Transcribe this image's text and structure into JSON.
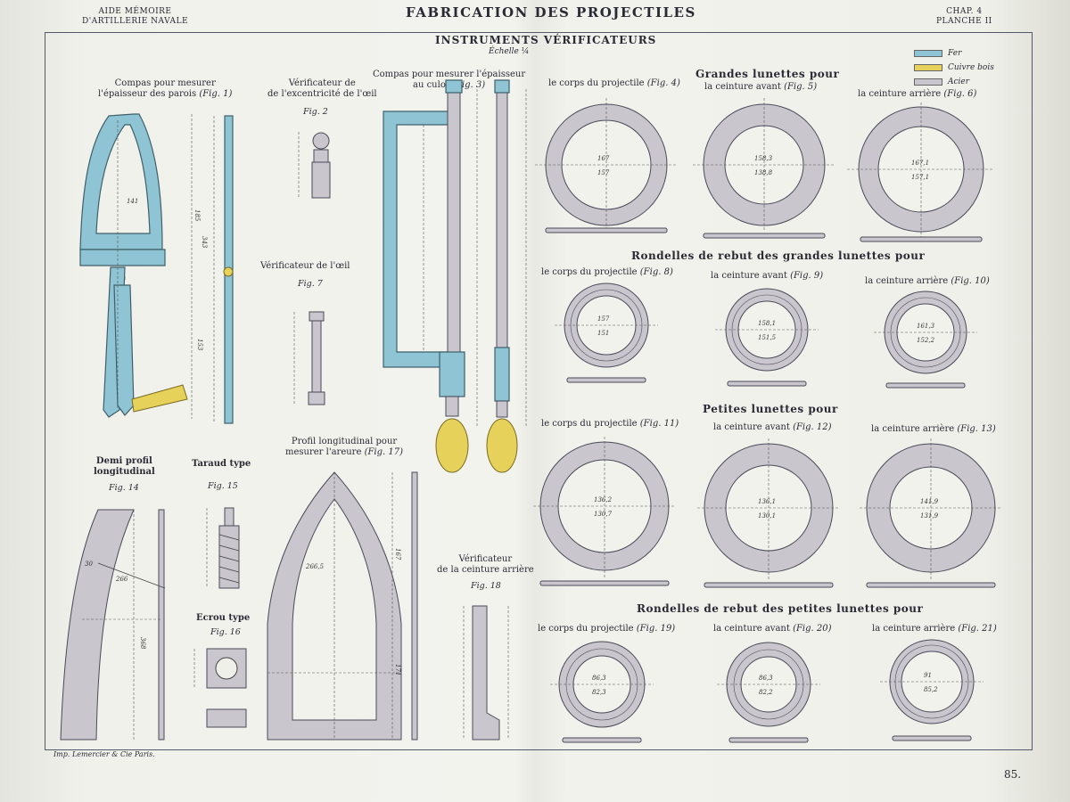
{
  "header": {
    "left": [
      "AIDE MÉMOIRE",
      "D'ARTILLERIE NAVALE"
    ],
    "title": "FABRICATION DES PROJECTILES",
    "right": [
      "CHAP. 4",
      "PLANCHE II"
    ]
  },
  "subtitle": "INSTRUMENTS VÉRIFICATEURS",
  "scale": "Échelle ¼",
  "legend": [
    {
      "label": "Fer",
      "color": "#8fc4d4"
    },
    {
      "label": "Cuivre bois",
      "color": "#e6d25a"
    },
    {
      "label": "Acier",
      "color": "#c9c6cd"
    }
  ],
  "figures": {
    "fig1": {
      "lines": [
        "Compas pour mesurer",
        "l'épaisseur des parois"
      ],
      "fig": "(Fig. 1)"
    },
    "fig2": {
      "lines": [
        "Vérificateur de",
        "de l'excentricité de l'œil"
      ],
      "fig": "Fig. 2"
    },
    "fig3": {
      "lines": [
        "Compas pour mesurer l'épaisseur",
        "au culot"
      ],
      "fig": "(Fig. 3)"
    },
    "fig7": {
      "lines": [
        "Vérificateur de l'œil"
      ],
      "fig": "Fig. 7"
    },
    "fig14": {
      "lines": [
        "Demi profil",
        "longitudinal"
      ],
      "fig": "Fig. 14"
    },
    "fig15": {
      "lines": [
        "Taraud type"
      ],
      "fig": "Fig. 15"
    },
    "fig16": {
      "lines": [
        "Ecrou type"
      ],
      "fig": "Fig. 16"
    },
    "fig17": {
      "lines": [
        "Profil longitudinal pour",
        "mesurer l'areure"
      ],
      "fig": "(Fig. 17)"
    },
    "fig18": {
      "lines": [
        "Vérificateur",
        "de la ceinture arrière"
      ],
      "fig": "Fig. 18"
    }
  },
  "sections": {
    "grandes": "Grandes lunettes pour",
    "rondelles_grandes": "Rondelles de rebut des grandes lunettes pour",
    "petites": "Petites lunettes pour",
    "rondelles_petites": "Rondelles de rebut des petites lunettes pour"
  },
  "rings": {
    "fig4": {
      "label": "le corps du projectile",
      "fig": "(Fig. 4)"
    },
    "fig5": {
      "label": "la ceinture avant",
      "fig": "(Fig. 5)"
    },
    "fig6": {
      "label": "la ceinture arrière",
      "fig": "(Fig. 6)"
    },
    "fig8": {
      "label": "le corps du projectile",
      "fig": "(Fig. 8)"
    },
    "fig9": {
      "label": "la ceinture avant",
      "fig": "(Fig. 9)"
    },
    "fig10": {
      "label": "la ceinture arrière",
      "fig": "(Fig. 10)"
    },
    "fig11": {
      "label": "le corps du projectile",
      "fig": "(Fig. 11)"
    },
    "fig12": {
      "label": "la ceinture avant",
      "fig": "(Fig. 12)"
    },
    "fig13": {
      "label": "la ceinture arrière",
      "fig": "(Fig. 13)"
    },
    "fig19": {
      "label": "le corps du projectile",
      "fig": "(Fig. 19)"
    },
    "fig20": {
      "label": "la ceinture avant",
      "fig": "(Fig. 20)"
    },
    "fig21": {
      "label": "la ceinture arrière",
      "fig": "(Fig. 21)"
    }
  },
  "dimensions": {
    "fig4": [
      "167",
      "157"
    ],
    "fig5": [
      "158,3",
      "138,8"
    ],
    "fig6": [
      "167,1",
      "157,1"
    ],
    "fig8": [
      "157",
      "151"
    ],
    "fig9": [
      "158,1",
      "151,5"
    ],
    "fig10": [
      "161,3",
      "152,2"
    ],
    "fig11": [
      "136,2",
      "130,7"
    ],
    "fig12": [
      "136,1",
      "130,1"
    ],
    "fig13": [
      "141,9",
      "131,9"
    ],
    "fig19": [
      "86,3",
      "82,3"
    ],
    "fig20": [
      "86,3",
      "82,2"
    ],
    "fig21": [
      "91",
      "85,2"
    ],
    "fig1": [
      "141",
      "185",
      "343",
      "153"
    ],
    "fig17": [
      "266,5",
      "167",
      "171"
    ],
    "fig14": [
      "266",
      "368",
      "30"
    ]
  },
  "printer": "Imp. Lemercier & Cie Paris.",
  "page_number": "85."
}
